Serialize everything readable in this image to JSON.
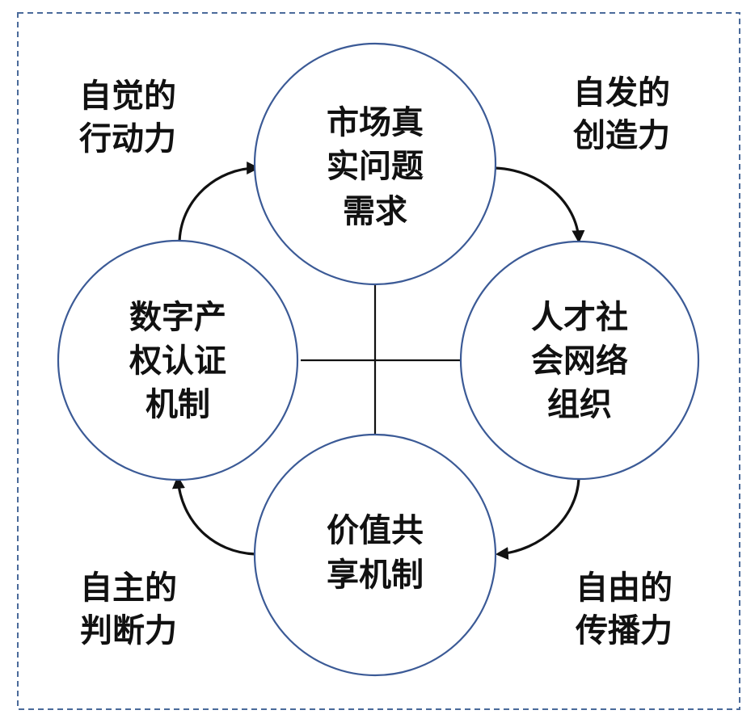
{
  "nodes": {
    "top": {
      "lines": [
        "市场真",
        "实问题",
        "需求"
      ]
    },
    "right": {
      "lines": [
        "人才社",
        "会网络",
        "组织"
      ]
    },
    "bottom": {
      "lines": [
        "价值共",
        "享机制"
      ]
    },
    "left": {
      "lines": [
        "数字产",
        "权认证",
        "机制"
      ]
    }
  },
  "corners": {
    "top_left": {
      "lines": [
        "自觉的",
        "行动力"
      ]
    },
    "top_right": {
      "lines": [
        "自发的",
        "创造力"
      ]
    },
    "bottom_left": {
      "lines": [
        "自主的",
        "判断力"
      ]
    },
    "bottom_right": {
      "lines": [
        "自由的",
        "传播力"
      ]
    }
  },
  "colors": {
    "circle_stroke": "#3b5a96",
    "frame_stroke": "#4a6a9a",
    "text": "#111111"
  }
}
